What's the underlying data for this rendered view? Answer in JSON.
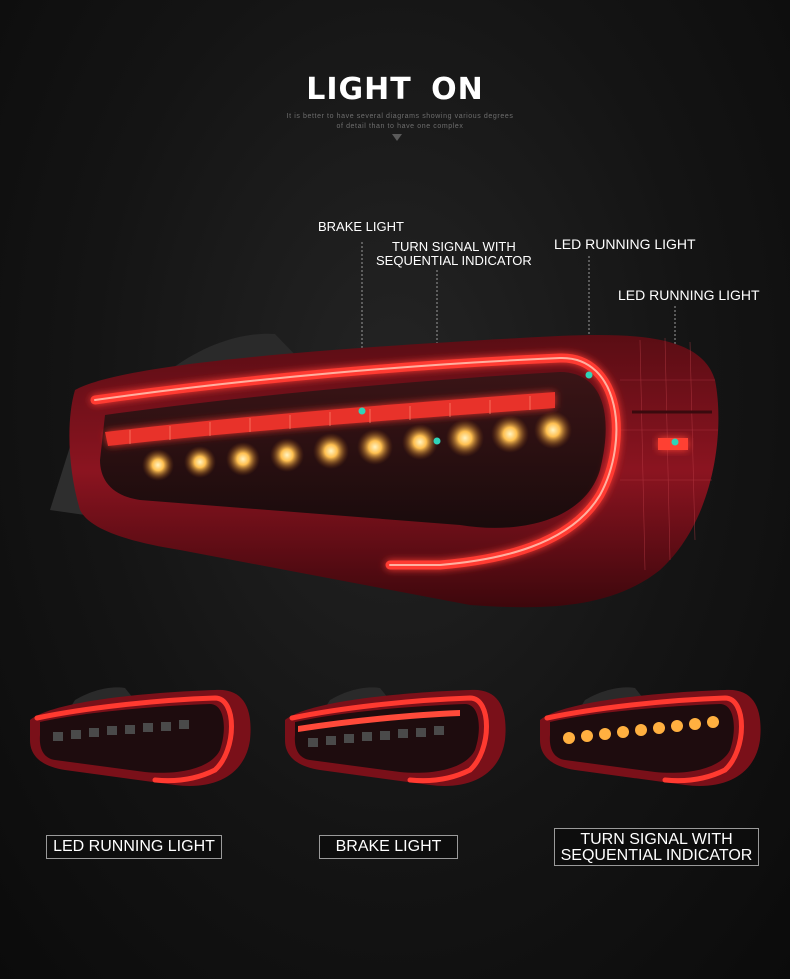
{
  "header": {
    "title": "LIGHT  ON",
    "subtitle_line1": "It is better to have several diagrams showing various degrees",
    "subtitle_line2": "of detail than to have one complex"
  },
  "callouts": {
    "brake": "BRAKE LIGHT",
    "turn_line1": "TURN SIGNAL WITH",
    "turn_line2": "SEQUENTIAL INDICATOR",
    "running_main": "LED RUNNING LIGHT",
    "running_side": "LED RUNNING LIGHT"
  },
  "modes": [
    {
      "label": "LED RUNNING LIGHT"
    },
    {
      "label": "BRAKE LIGHT"
    },
    {
      "label_line1": "TURN SIGNAL WITH",
      "label_line2": "SEQUENTIAL INDICATOR"
    }
  ],
  "colors": {
    "background": "#141414",
    "lens_red": "#8b1420",
    "light_bar": "#ff3a30",
    "amber": "#ffb040",
    "marker_dot": "#2fd4b8",
    "label_border": "#9a9a9a"
  }
}
